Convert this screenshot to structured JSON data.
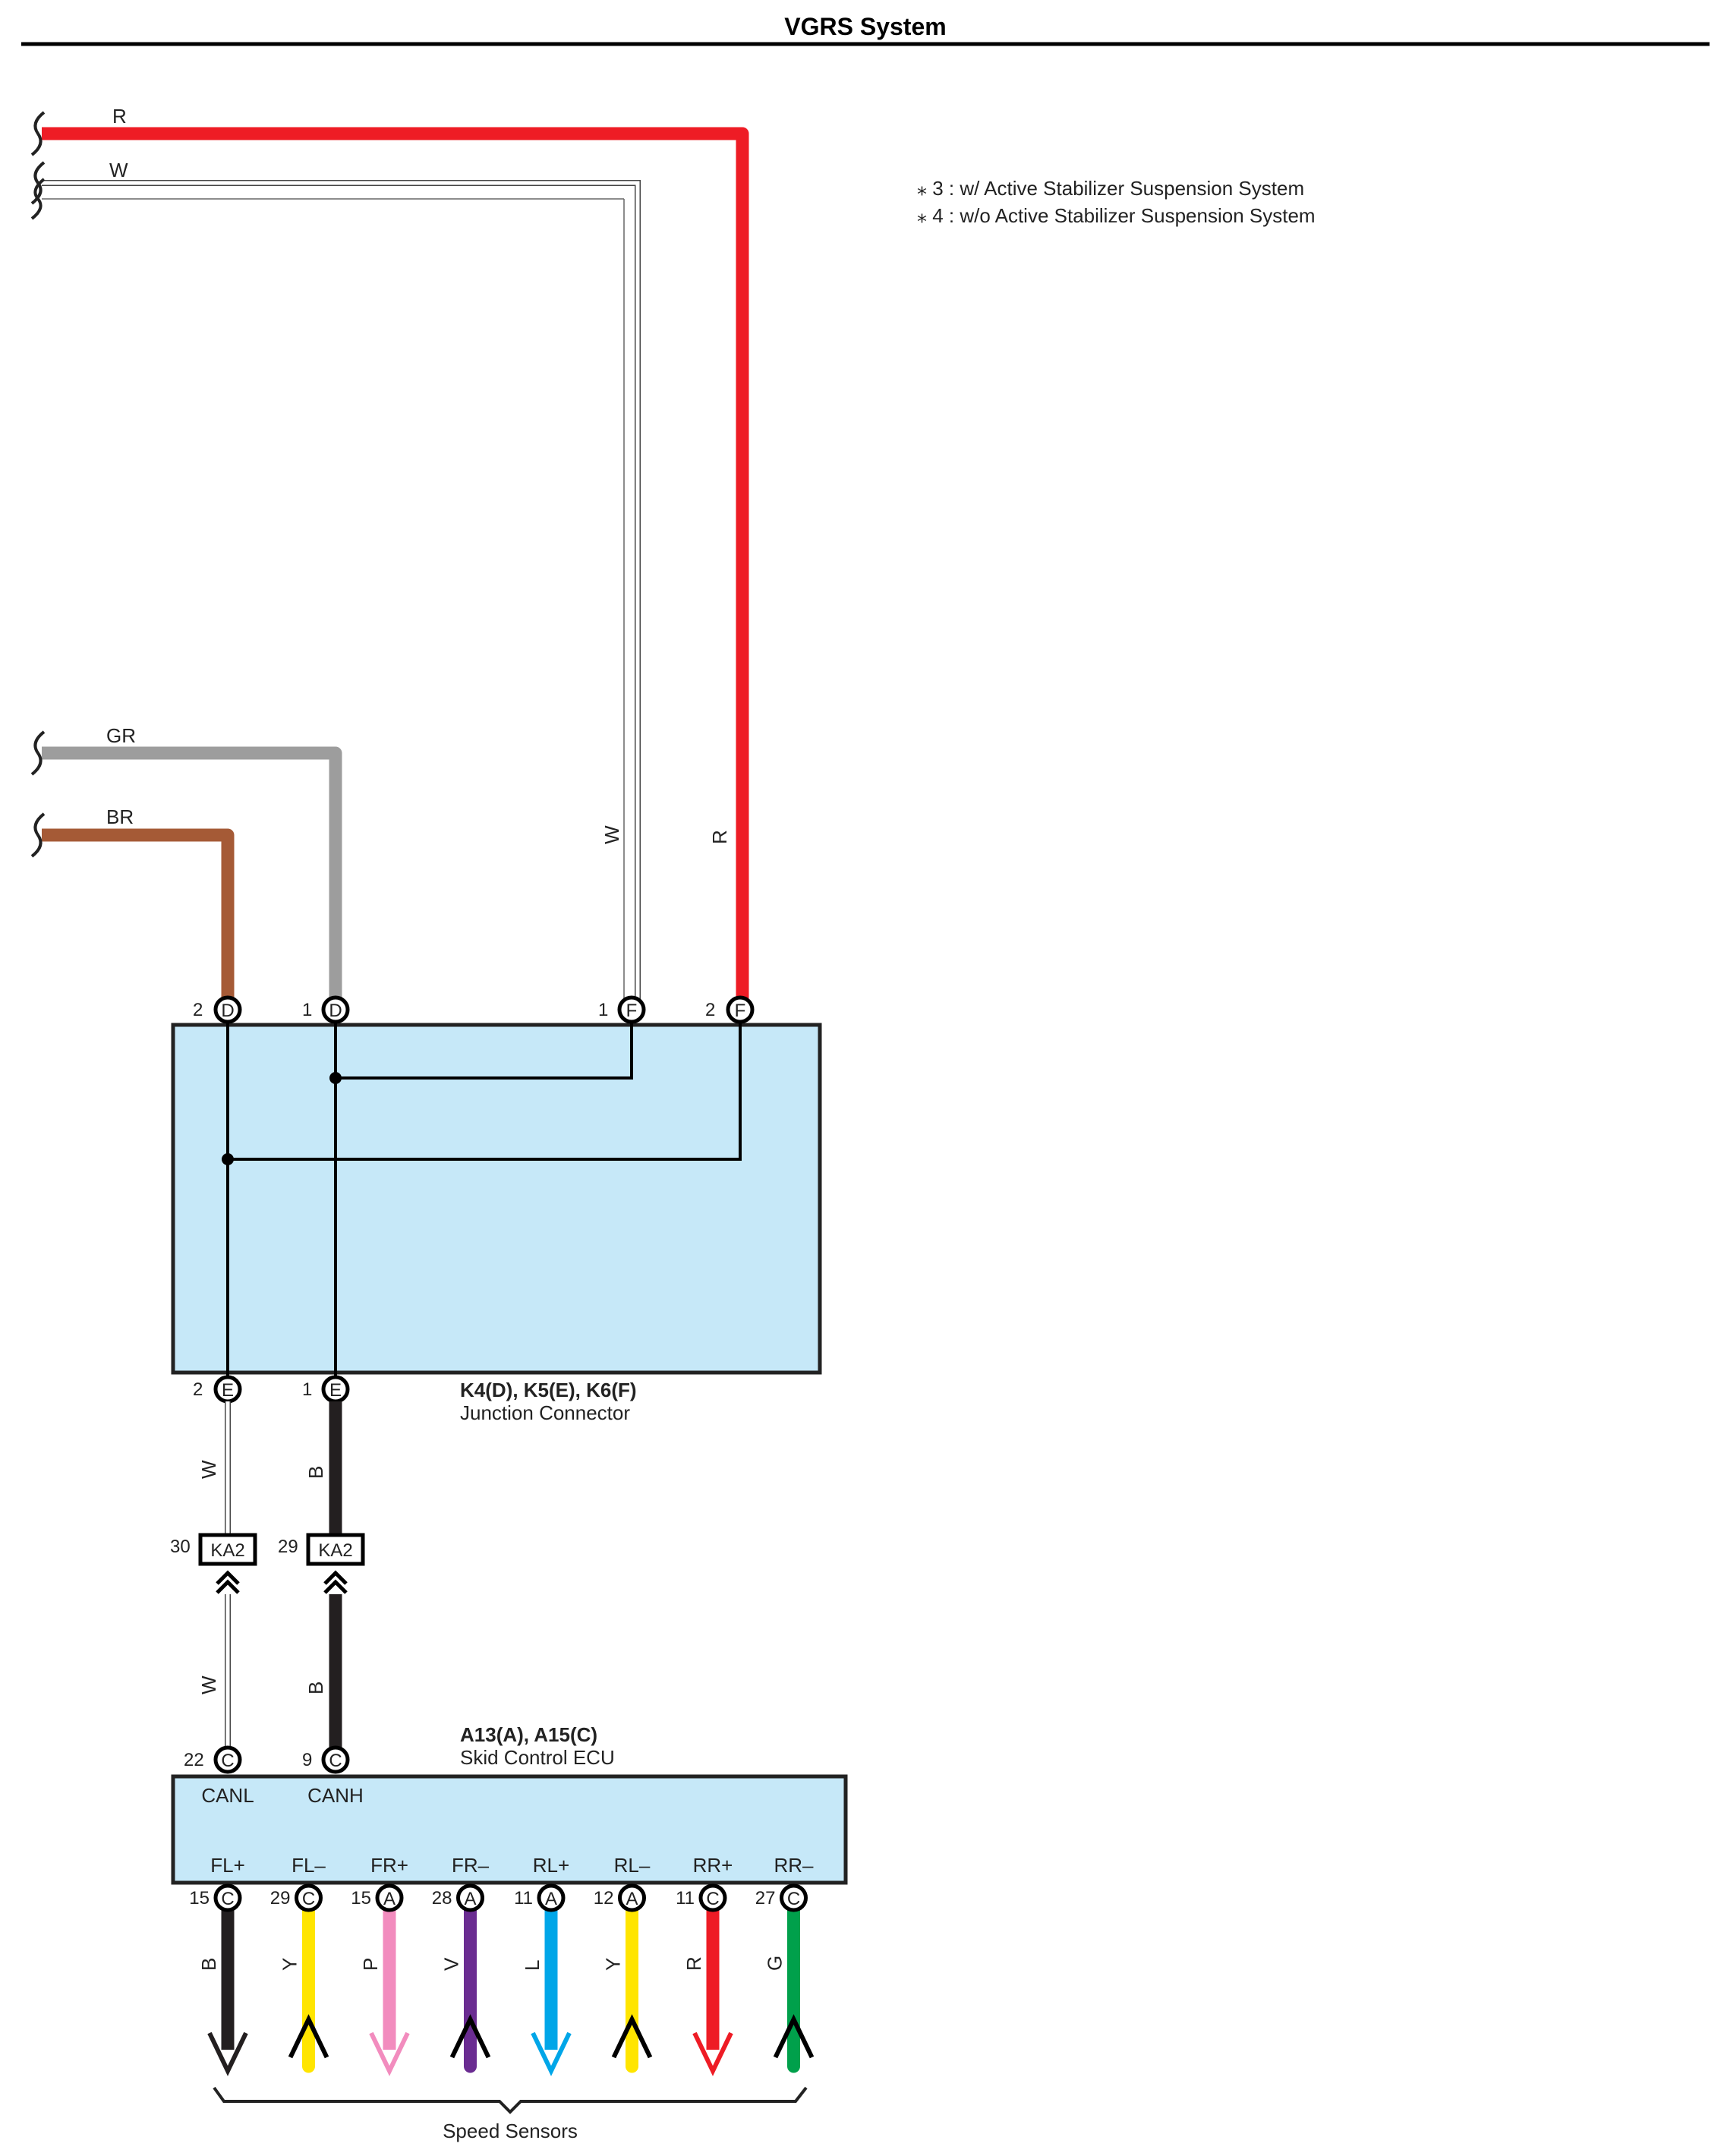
{
  "title": "VGRS System",
  "notes": [
    "⁎ 3 : w/ Active Stabilizer Suspension System",
    "⁎ 4 : w/o Active Stabilizer Suspension System"
  ],
  "colors": {
    "R": "#ee1c25",
    "W": "#ffffff",
    "GR": "#9d9d9d",
    "BR": "#a55a36",
    "B": "#231f20",
    "Y": "#ffe500",
    "P": "#f28cbe",
    "V": "#6a2c91",
    "L": "#00a6e8",
    "G": "#00a04b",
    "box_fill": "#c6e8f8"
  },
  "top_wires": {
    "R": "R",
    "W": "W",
    "GR": "GR",
    "BR": "BR"
  },
  "junction": {
    "code": "K4(D), K5(E), K6(F)",
    "name": "Junction Connector",
    "top_pins": [
      {
        "num": "2",
        "conn": "D"
      },
      {
        "num": "1",
        "conn": "D"
      },
      {
        "num": "1",
        "conn": "F"
      },
      {
        "num": "2",
        "conn": "F"
      }
    ],
    "bottom_pins": [
      {
        "num": "2",
        "conn": "E"
      },
      {
        "num": "1",
        "conn": "E"
      }
    ],
    "wire_labels_top": [
      "W",
      "R"
    ],
    "wire_labels_bottom": [
      "W",
      "B"
    ]
  },
  "inline": [
    {
      "num": "30",
      "code": "KA2"
    },
    {
      "num": "29",
      "code": "KA2"
    }
  ],
  "inline_wire_labels": [
    "W",
    "B"
  ],
  "ecu": {
    "code": "A13(A), A15(C)",
    "name": "Skid Control ECU",
    "top_pins": [
      {
        "num": "22",
        "conn": "C",
        "signal": "CANL"
      },
      {
        "num": "9",
        "conn": "C",
        "signal": "CANH"
      }
    ],
    "bottom_pins": [
      {
        "signal": "FL+",
        "num": "15",
        "conn": "C",
        "wire": "B"
      },
      {
        "signal": "FL–",
        "num": "29",
        "conn": "C",
        "wire": "Y"
      },
      {
        "signal": "FR+",
        "num": "15",
        "conn": "A",
        "wire": "P"
      },
      {
        "signal": "FR–",
        "num": "28",
        "conn": "A",
        "wire": "V"
      },
      {
        "signal": "RL+",
        "num": "11",
        "conn": "A",
        "wire": "L"
      },
      {
        "signal": "RL–",
        "num": "12",
        "conn": "A",
        "wire": "Y"
      },
      {
        "signal": "RR+",
        "num": "11",
        "conn": "C",
        "wire": "R"
      },
      {
        "signal": "RR–",
        "num": "27",
        "conn": "C",
        "wire": "G"
      }
    ]
  },
  "speed_sensors": "Speed Sensors"
}
